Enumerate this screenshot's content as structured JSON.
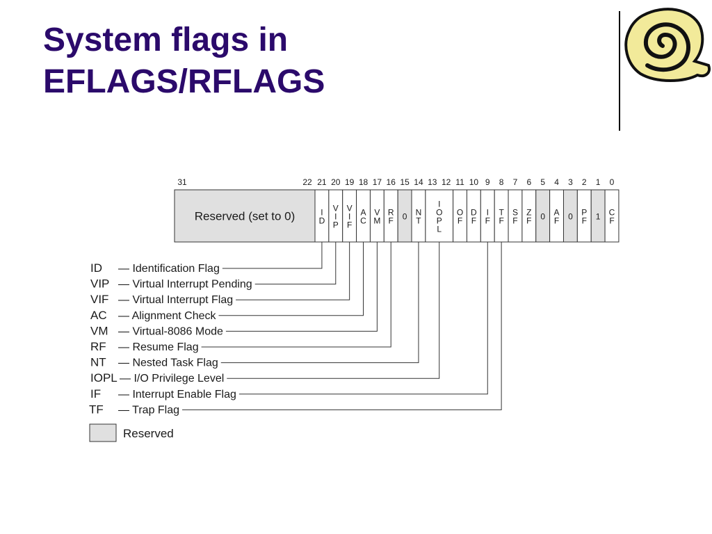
{
  "slide": {
    "title_line1": "System flags in",
    "title_line2": "EFLAGS/RFLAGS"
  },
  "logo": {
    "icon": "scroll-icon",
    "colors": {
      "fill": "#f2ea9a",
      "outline": "#111111"
    }
  },
  "register": {
    "reserved_label": "Reserved (set to 0)",
    "high_bits": [
      "31",
      "22"
    ],
    "colors": {
      "reserved": "#e0e0e0",
      "cell": "#ffffff",
      "stroke": "#333333"
    },
    "cells": [
      {
        "bit": "21",
        "label": "I D",
        "reserved": false
      },
      {
        "bit": "20",
        "label": "V I P",
        "reserved": false
      },
      {
        "bit": "19",
        "label": "V I F",
        "reserved": false
      },
      {
        "bit": "18",
        "label": "A C",
        "reserved": false
      },
      {
        "bit": "17",
        "label": "V M",
        "reserved": false
      },
      {
        "bit": "16",
        "label": "R F",
        "reserved": false
      },
      {
        "bit": "15",
        "label": "0",
        "reserved": true
      },
      {
        "bit": "14",
        "label": "N T",
        "reserved": false
      },
      {
        "bit": "13",
        "label": "I O P L",
        "reserved": false
      },
      {
        "bit": "12",
        "label": "",
        "reserved": false
      },
      {
        "bit": "11",
        "label": "O F",
        "reserved": false
      },
      {
        "bit": "10",
        "label": "D F",
        "reserved": false
      },
      {
        "bit": "9",
        "label": "I F",
        "reserved": false
      },
      {
        "bit": "8",
        "label": "T F",
        "reserved": false
      },
      {
        "bit": "7",
        "label": "S F",
        "reserved": false
      },
      {
        "bit": "6",
        "label": "Z F",
        "reserved": false
      },
      {
        "bit": "5",
        "label": "0",
        "reserved": true
      },
      {
        "bit": "4",
        "label": "A F",
        "reserved": false
      },
      {
        "bit": "3",
        "label": "0",
        "reserved": true
      },
      {
        "bit": "2",
        "label": "P F",
        "reserved": false
      },
      {
        "bit": "1",
        "label": "1",
        "reserved": true
      },
      {
        "bit": "0",
        "label": "C F",
        "reserved": false
      }
    ]
  },
  "legend": [
    {
      "abbr": "ID",
      "desc": "— Identification Flag",
      "bit": "21"
    },
    {
      "abbr": "VIP",
      "desc": "— Virtual Interrupt Pending",
      "bit": "20"
    },
    {
      "abbr": "VIF",
      "desc": "— Virtual Interrupt Flag",
      "bit": "19"
    },
    {
      "abbr": "AC",
      "desc": "— Alignment Check",
      "bit": "18"
    },
    {
      "abbr": "VM",
      "desc": "— Virtual-8086 Mode",
      "bit": "17"
    },
    {
      "abbr": "RF",
      "desc": "— Resume Flag",
      "bit": "16"
    },
    {
      "abbr": "NT",
      "desc": "— Nested Task Flag",
      "bit": "14"
    },
    {
      "abbr": "IOPL",
      "desc": "— I/O Privilege Level",
      "bit": "13"
    },
    {
      "abbr": "IF",
      "desc": "— Interrupt Enable Flag",
      "bit": "9"
    },
    {
      "abbr": "TF",
      "desc": "— Trap Flag",
      "bit": "8"
    }
  ],
  "key": {
    "label": "Reserved"
  }
}
